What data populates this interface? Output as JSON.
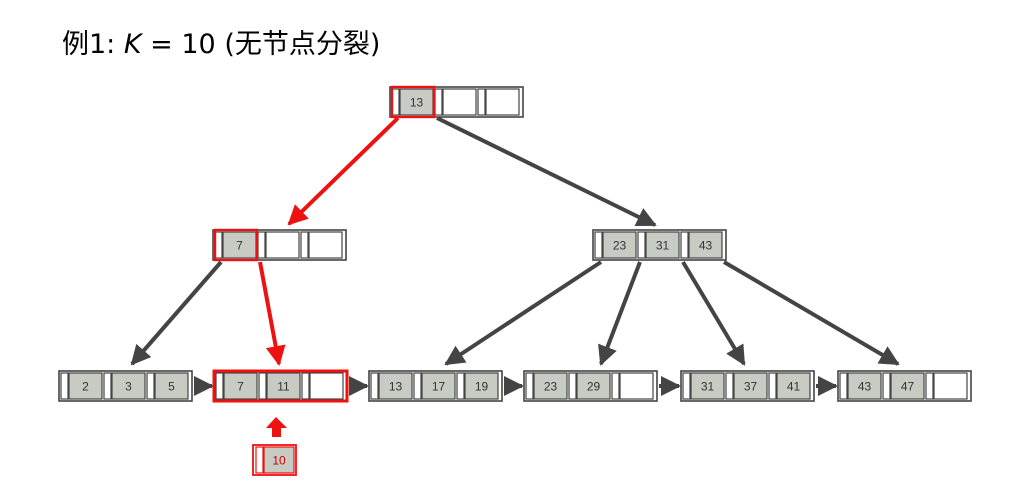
{
  "title": {
    "prefix": "例1: ",
    "variable": "K",
    "equals": " = 10 ",
    "note": "(无节点分裂)"
  },
  "colors": {
    "highlight": "#ee1111",
    "edge": "#444444",
    "key_fill": "#c8cbc4",
    "border": "#444444"
  },
  "tree": {
    "root": {
      "keys": [
        "13",
        "",
        ""
      ],
      "highlight_key": 0
    },
    "internal": [
      {
        "keys": [
          "7",
          "",
          ""
        ],
        "highlight_key": 0
      },
      {
        "keys": [
          "23",
          "31",
          "43"
        ]
      }
    ],
    "leaves": [
      {
        "keys": [
          "2",
          "3",
          "5"
        ]
      },
      {
        "keys": [
          "7",
          "11",
          ""
        ],
        "highlighted": true
      },
      {
        "keys": [
          "13",
          "17",
          "19"
        ]
      },
      {
        "keys": [
          "23",
          "29",
          ""
        ]
      },
      {
        "keys": [
          "31",
          "37",
          "41"
        ]
      },
      {
        "keys": [
          "43",
          "47",
          ""
        ]
      }
    ],
    "inserted_key": "10"
  }
}
